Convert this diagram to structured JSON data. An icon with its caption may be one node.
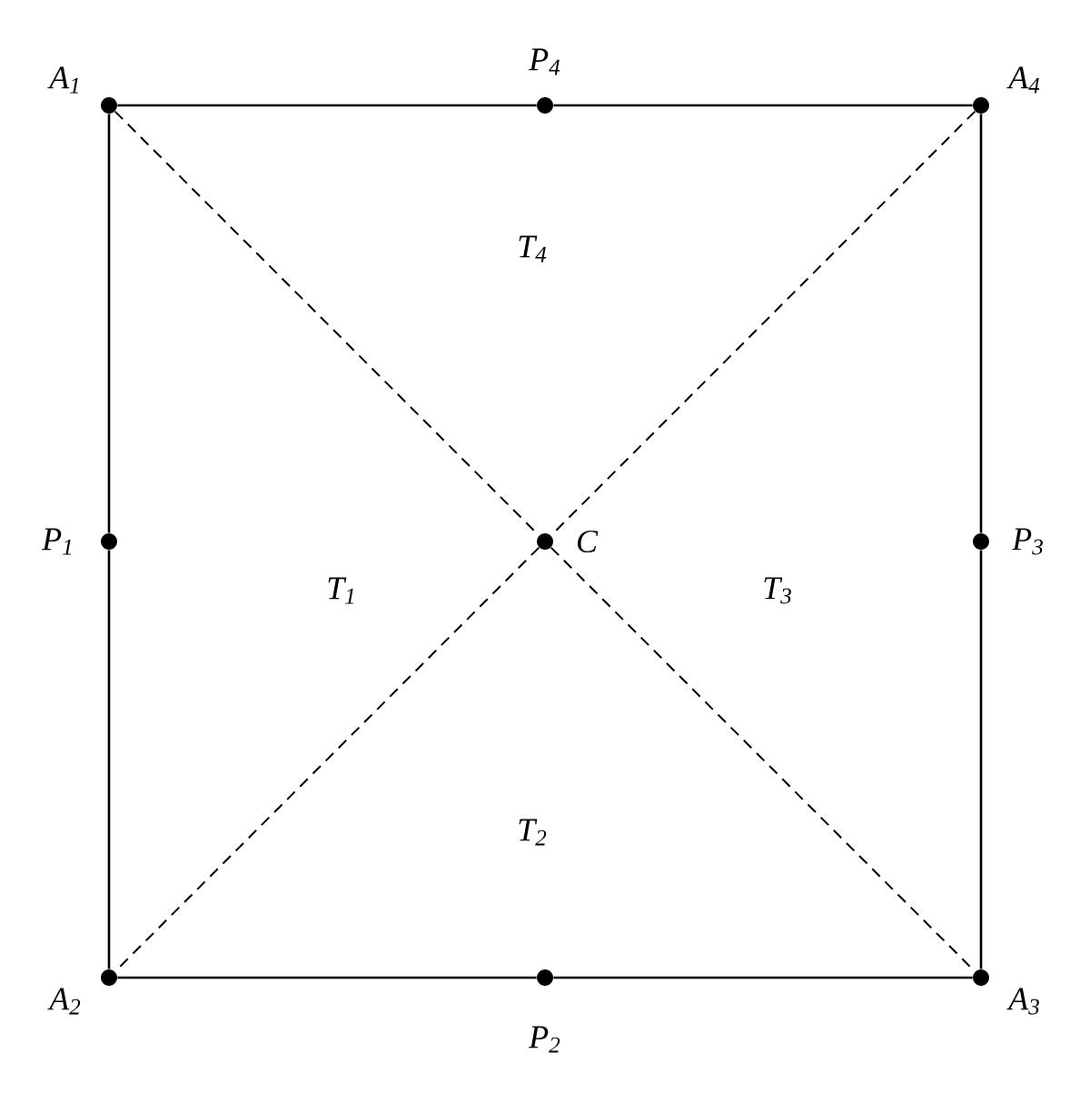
{
  "diagram": {
    "nodes": [
      {
        "text": [],
        "shape": "circle",
        "beside": [
          "A$_{1}$"
        ]
      },
      {
        "text": [],
        "shape": "circle",
        "beside": [
          "P$_{4}$"
        ]
      },
      {
        "text": [],
        "shape": "circle",
        "beside": [
          "A$_{4}$"
        ]
      },
      {
        "text": [],
        "shape": "circle",
        "beside": [
          "P$_{1}$"
        ]
      },
      {
        "text": [],
        "shape": "circle",
        "beside": [
          "C"
        ]
      },
      {
        "text": [],
        "shape": "circle",
        "beside": [
          "P$_{3}$"
        ]
      },
      {
        "text": [],
        "shape": "circle",
        "beside": [
          "A$_{2}$"
        ]
      },
      {
        "text": [],
        "shape": "circle",
        "beside": [
          "P$_{2}$"
        ]
      },
      {
        "text": [],
        "shape": "circle",
        "beside": [
          "A$_{3}$"
        ]
      }
    ],
    "edges": [
      {
        "from": 0,
        "to": 1,
        "arrow": "none"
      },
      {
        "from": 1,
        "to": 2,
        "arrow": "none"
      },
      {
        "from": 2,
        "to": 5,
        "arrow": "none"
      },
      {
        "from": 5,
        "to": 8,
        "arrow": "none"
      },
      {
        "from": 8,
        "to": 7,
        "arrow": "none"
      },
      {
        "from": 7,
        "to": 6,
        "arrow": "none"
      },
      {
        "from": 6,
        "to": 3,
        "arrow": "none"
      },
      {
        "from": 3,
        "to": 0,
        "arrow": "none"
      },
      {
        "from": 0,
        "to": 4,
        "arrow": "none",
        "style": "dashed"
      },
      {
        "from": 4,
        "to": 8,
        "arrow": "none",
        "style": "dashed"
      },
      {
        "from": 2,
        "to": 4,
        "arrow": "none",
        "style": "dashed"
      },
      {
        "from": 4,
        "to": 6,
        "arrow": "none",
        "style": "dashed"
      }
    ],
    "labels": [
      "T$_{4}$",
      "T$_{1}$",
      "T$_{3}$",
      "T$_{2}$"
    ]
  }
}
